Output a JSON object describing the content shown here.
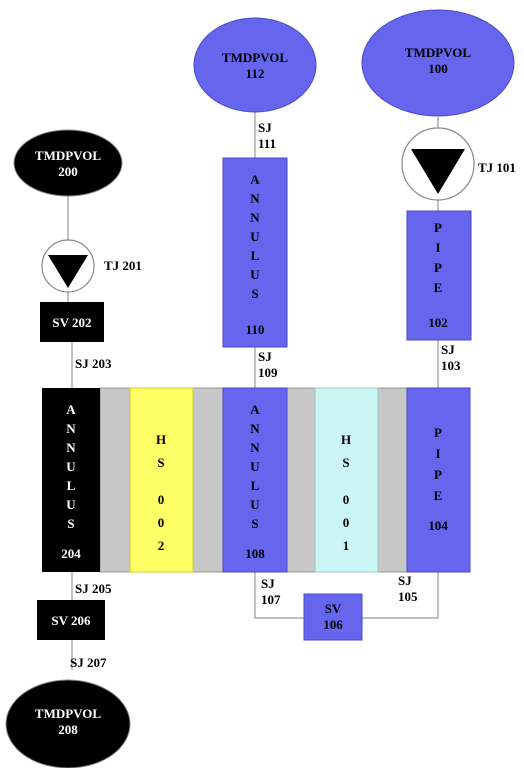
{
  "colors": {
    "blue": "#6565ee",
    "black": "#000000",
    "yellow": "#ffff66",
    "cyan": "#ccf5f5",
    "gray": "#c8c8c8",
    "line": "#9a9a9a"
  },
  "tmdpvol_200": {
    "line1": "TMDPVOL",
    "line2": "200"
  },
  "tmdpvol_112": {
    "line1": "TMDPVOL",
    "line2": "112"
  },
  "tmdpvol_100": {
    "line1": "TMDPVOL",
    "line2": "100"
  },
  "tmdpvol_208": {
    "line1": "TMDPVOL",
    "line2": "208"
  },
  "tj_201": "TJ 201",
  "tj_101": "TJ 101",
  "sv_202": "SV 202",
  "sv_206": "SV 206",
  "sv_106": {
    "line1": "SV",
    "line2": "106"
  },
  "sj_111": {
    "line1": "SJ",
    "line2": "111"
  },
  "sj_109": {
    "line1": "SJ",
    "line2": "109"
  },
  "sj_103": {
    "line1": "SJ",
    "line2": "103"
  },
  "sj_107": {
    "line1": "SJ",
    "line2": "107"
  },
  "sj_105": {
    "line1": "SJ",
    "line2": "105"
  },
  "sj_203": "SJ 203",
  "sj_205": "SJ 205",
  "sj_207": "SJ 207",
  "annulus_110": {
    "letters": [
      "A",
      "N",
      "N",
      "U",
      "L",
      "U",
      "S"
    ],
    "number": "110"
  },
  "pipe_102": {
    "letters": [
      "P",
      "I",
      "P",
      "E"
    ],
    "number": "102"
  },
  "annulus_204": {
    "letters": [
      "A",
      "N",
      "N",
      "U",
      "L",
      "U",
      "S"
    ],
    "number": "204"
  },
  "hs_002": {
    "letters": [
      "H",
      "S",
      "0",
      "0",
      "2"
    ]
  },
  "annulus_108": {
    "letters": [
      "A",
      "N",
      "N",
      "U",
      "L",
      "U",
      "S"
    ],
    "number": "108"
  },
  "hs_001": {
    "letters": [
      "H",
      "S",
      "0",
      "0",
      "1"
    ]
  },
  "pipe_104": {
    "letters": [
      "P",
      "I",
      "P",
      "E"
    ],
    "number": "104"
  }
}
